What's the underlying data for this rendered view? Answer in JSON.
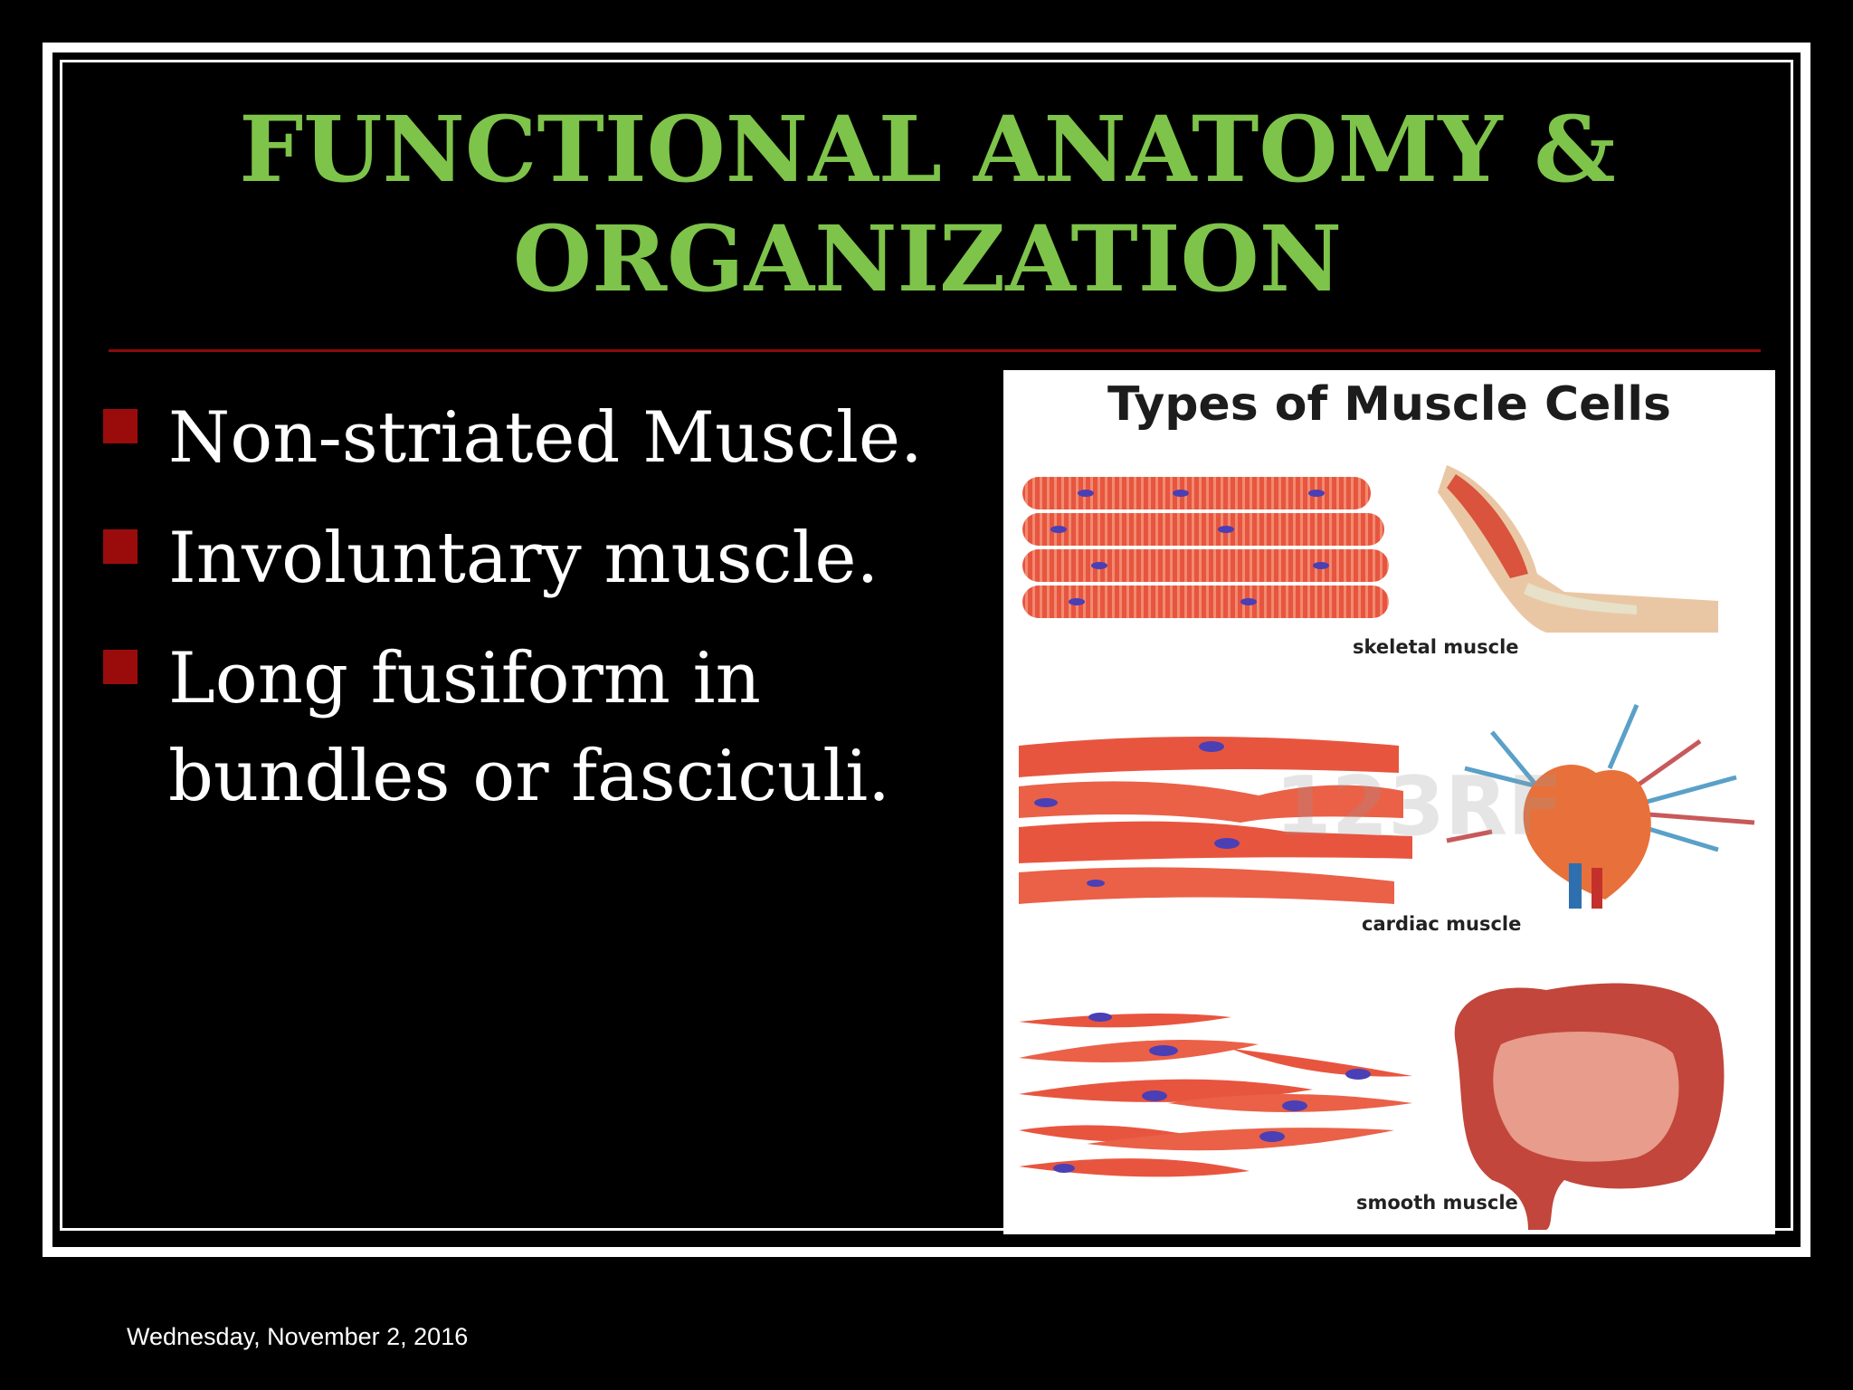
{
  "slide": {
    "title_line1": "FUNCTIONAL ANATOMY &",
    "title_line2": "ORGANIZATION",
    "bullets": [
      {
        "line1": "Non-striated Muscle.",
        "line2": ""
      },
      {
        "line1": "Involuntary muscle.",
        "line2": ""
      },
      {
        "line1": "Long fusiform in",
        "line2": "bundles or fasciculi."
      }
    ],
    "date": "Wednesday, November 2, 2016"
  },
  "figure": {
    "title": "Types of Muscle Cells",
    "captions": {
      "skeletal": "skeletal muscle",
      "cardiac": "cardiac muscle",
      "smooth": "smooth muscle"
    },
    "watermark": "123RF"
  },
  "colors": {
    "background": "#000000",
    "title": "#7ec34a",
    "bullet_square": "#9a0c0c",
    "rule": "#8c0a0a",
    "muscle": "#e8553f",
    "nucleus": "#4a3fb5"
  }
}
